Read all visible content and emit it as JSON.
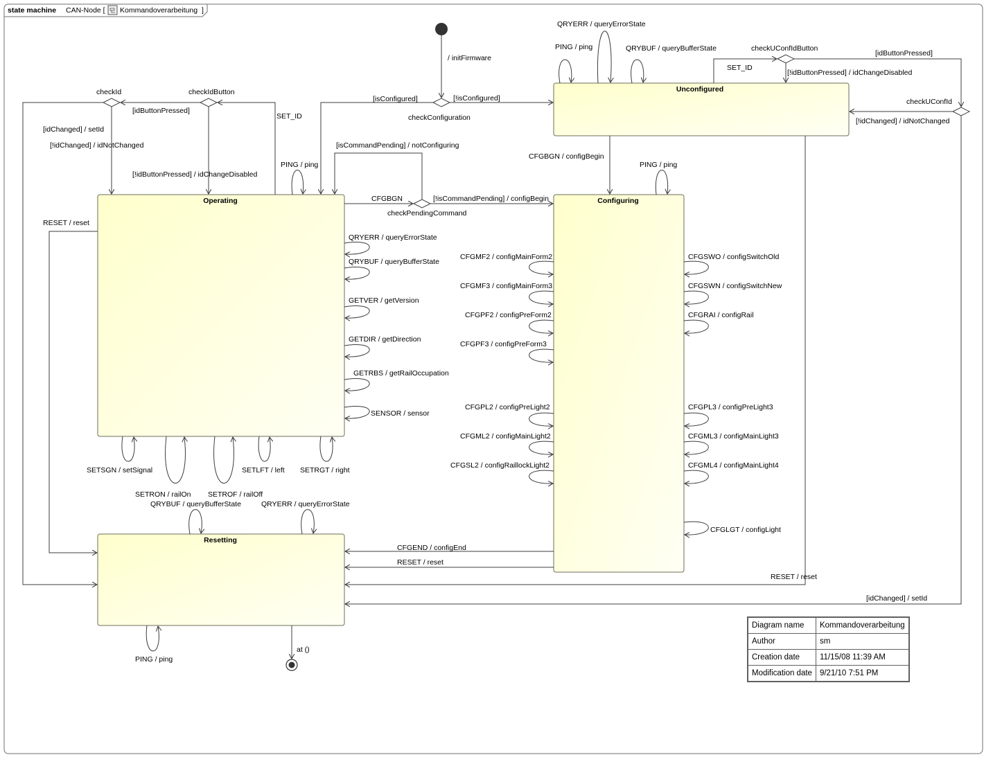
{
  "header": {
    "kind": "state machine",
    "element": "CAN-Node [",
    "name": "Kommandoverarbeitung",
    "close": "]"
  },
  "states": {
    "unconfigured": "Unconfigured",
    "operating": "Operating",
    "configuring": "Configuring",
    "resetting": "Resetting"
  },
  "decisions": {
    "check_configuration": "checkConfiguration",
    "check_pending": "checkPendingCommand",
    "check_id": "checkId",
    "check_id_button": "checkIdButton",
    "check_uconf_id": "checkUConfId",
    "check_uconf_id_button": "checkUConfIdButton"
  },
  "labels": {
    "init_firmware": "/ initFirmware",
    "is_configured": "[isConfigured]",
    "not_configured": "[!isConfigured]",
    "unconf_qryerr": "QRYERR / queryErrorState",
    "unconf_ping": "PING / ping",
    "unconf_qrybuf": "QRYBUF / queryBufferState",
    "unconf_set_id": "SET_ID",
    "unconf_id_button_pressed": "[idButtonPressed]",
    "unconf_not_button": "[!idButtonPressed] / idChangeDisabled",
    "unconf_id_changed": "[!idChanged] / idNotChanged",
    "cfgbgn_config_begin": "CFGBGN / configBegin",
    "cfg_ping": "PING / ping",
    "op_ping": "PING / ping",
    "op_check_id": "checkId",
    "op_id_button_pressed": "[idButtonPressed]",
    "op_id_changed_setid": "[idChanged] / setId",
    "op_not_changed": "[!idChanged] / idNotChanged",
    "op_not_button": "[!idButtonPressed] / idChangeDisabled",
    "op_set_id": "SET_ID",
    "is_command_pending": "[isCommandPending] / notConfiguring",
    "cfgbgn": "CFGBGN",
    "not_command_pending": "[!isCommandPending] / configBegin",
    "op_reset": "RESET / reset",
    "op_qryerr": "QRYERR / queryErrorState",
    "op_qrybuf": "QRYBUF / queryBufferState",
    "op_getver": "GETVER / getVersion",
    "op_getdir": "GETDIR / getDirection",
    "op_getrbs": "GETRBS / getRailOccupation",
    "op_sensor": "SENSOR  / sensor",
    "op_setsgn": "SETSGN / setSignal",
    "op_setron": "SETRON / railOn",
    "op_setrof": "SETROF / railOff",
    "op_setlft": "SETLFT / left",
    "op_setrgt": "SETRGT / right",
    "cfg_mf2": "CFGMF2 / configMainForm2",
    "cfg_mf3": "CFGMF3 / configMainForm3",
    "cfg_pf2": "CFGPF2 / configPreForm2",
    "cfg_pf3": "CFGPF3 / configPreForm3",
    "cfg_pl2": "CFGPL2 / configPreLight2",
    "cfg_ml2": "CFGML2 / configMainLight2",
    "cfg_sl2": "CFGSL2 / configRaillockLight2",
    "cfg_swo": "CFGSWO / configSwitchOld",
    "cfg_swn": "CFGSWN / configSwitchNew",
    "cfg_rai": "CFGRAI / configRail",
    "cfg_pl3": "CFGPL3 / configPreLight3",
    "cfg_ml3": "CFGML3 / configMainLight3",
    "cfg_ml4": "CFGML4 / configMainLight4",
    "cfg_lgt": "CFGLGT / configLight",
    "res_qrybuf": "QRYBUF / queryBufferState",
    "res_qryerr": "QRYERR / queryErrorState",
    "cfgend": "CFGEND / configEnd",
    "cfg_reset": "RESET / reset",
    "unconf_reset": "RESET / reset",
    "id_changed_setid": "[idChanged] / setId",
    "res_ping": "PING / ping",
    "at": "at ()"
  },
  "info_table": [
    {
      "key": "Diagram name",
      "value": "Kommandoverarbeitung"
    },
    {
      "key": "Author",
      "value": "sm"
    },
    {
      "key": "Creation date",
      "value": "11/15/08 11:39 AM"
    },
    {
      "key": "Modification date",
      "value": "9/21/10 7:51 PM"
    }
  ],
  "colors": {
    "state_fill_start": "#ffffcc",
    "state_fill_end": "#fffff4",
    "line": "#3c3c3c",
    "frame": "#707070"
  }
}
